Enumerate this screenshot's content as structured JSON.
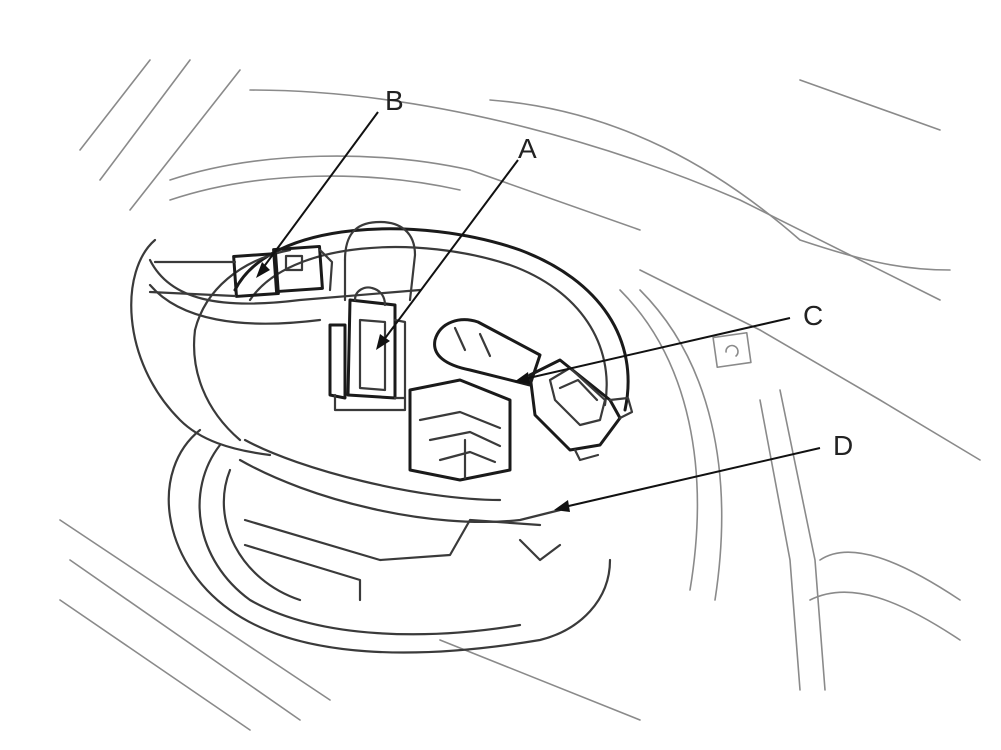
{
  "callouts": {
    "a": "A",
    "b": "B",
    "c": "C",
    "d": "D"
  },
  "colors": {
    "line": "#111111",
    "background": "#ffffff"
  }
}
